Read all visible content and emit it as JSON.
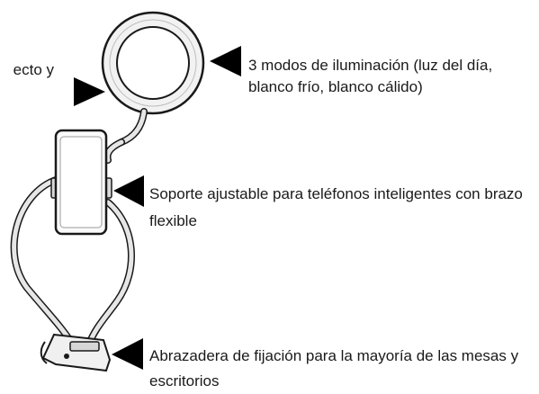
{
  "labels": {
    "cut_left": "ecto y",
    "modes": "3 modos de iluminación (luz del día, blanco frío, blanco cálido)",
    "holder": "Soporte ajustable para teléfonos inteligentes con brazo flexible",
    "clamp": "Abrazadera de fijación para la mayoría de las mesas y escritorios"
  },
  "icons": {
    "ring_light": "ring-light-icon",
    "phone": "phone-icon",
    "clamp": "clamp-icon",
    "pointer": "pointer-triangle-icon"
  },
  "colors": {
    "ink": "#1a1a1a",
    "background": "#ffffff",
    "metal": "#cfcfcf"
  }
}
